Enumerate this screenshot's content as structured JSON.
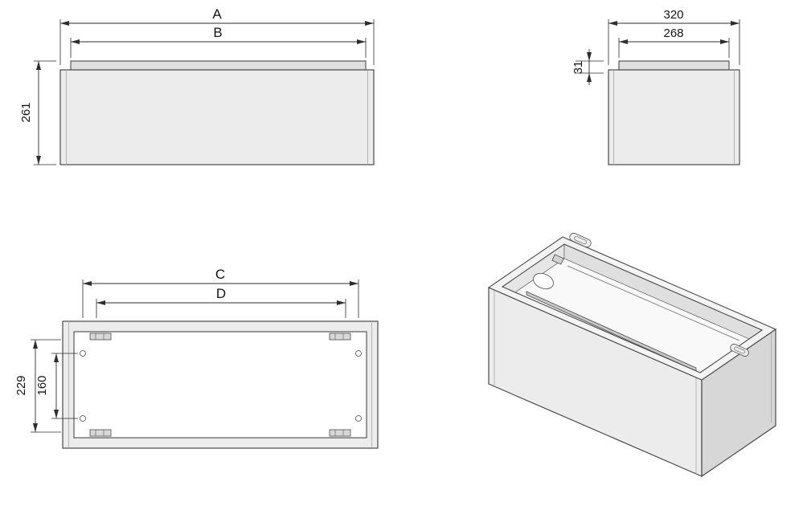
{
  "colors": {
    "background": "#ffffff",
    "panel": "#ececec",
    "panel_side": "#d7d7d7",
    "rim_top": "#f4f4f4",
    "rail": "#dfdfdf",
    "interior_wall": "#dfdfdf",
    "interior_left": "#e6e6e6",
    "floor": "#f9f9f9",
    "slide_rail": "#c9c9c9",
    "line": "#4a4a4a",
    "dim_line": "#2e2e2e",
    "text": "#141414"
  },
  "views": {
    "front": {
      "width_outer": "A",
      "width_inner": "B",
      "height": "261"
    },
    "side": {
      "depth": "320",
      "depth_inner": "268",
      "rail_height": "31"
    },
    "plan": {
      "width_outer": "C",
      "width_inner": "D",
      "mount_span": "229",
      "hole_span": "160"
    }
  }
}
